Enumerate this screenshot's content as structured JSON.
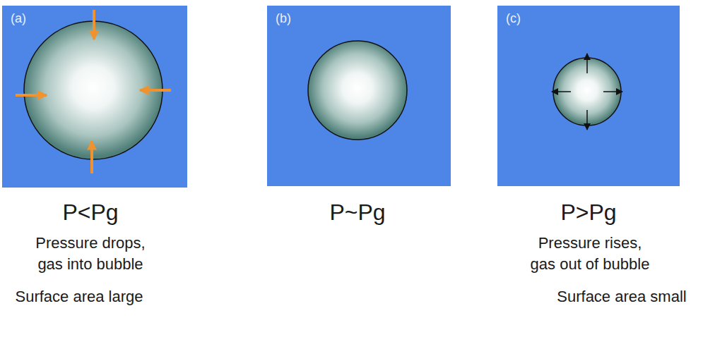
{
  "diagram": {
    "nodes": [
      {
        "text": [
          "(a)"
        ]
      },
      {
        "text": [
          "(b)"
        ]
      },
      {
        "text": [
          "(c)"
        ]
      }
    ],
    "labels": [
      "P<Pg",
      "Pressure drops, gas into bubble",
      "Surface area large",
      "P~Pg",
      "P>Pg",
      "Pressure rises, gas out of bubble",
      "Surface area small"
    ]
  }
}
